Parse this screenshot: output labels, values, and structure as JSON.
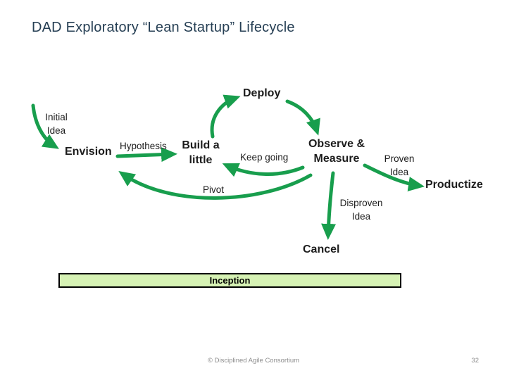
{
  "slide": {
    "title": "DAD Exploratory “Lean Startup” Lifecycle",
    "footer": "© Disciplined Agile Consortium",
    "page_number": "32"
  },
  "colors": {
    "title_text": "#263f54",
    "arrow_green": "#189e4d",
    "label_text": "#1c1c1c",
    "inception_fill": "#d6f2b4",
    "inception_border": "#000000",
    "footer_gray": "#8c8c8c"
  },
  "diagram": {
    "labels": {
      "initial_idea": "Initial\nIdea",
      "envision": "Envision",
      "hypothesis": "Hypothesis",
      "build_a_little": "Build a\nlittle",
      "deploy": "Deploy",
      "observe_measure": "Observe &\nMeasure",
      "keep_going": "Keep going",
      "pivot": "Pivot",
      "proven_idea": "Proven\nIdea",
      "productize": "Productize",
      "disproven_idea": "Disproven\nIdea",
      "cancel": "Cancel"
    },
    "edges": [
      {
        "from": "initial-idea",
        "to": "envision"
      },
      {
        "from": "envision",
        "to": "build-a-little",
        "label": "Hypothesis"
      },
      {
        "from": "build-a-little",
        "to": "deploy"
      },
      {
        "from": "deploy",
        "to": "observe-measure"
      },
      {
        "from": "observe-measure",
        "to": "build-a-little",
        "label": "Keep going"
      },
      {
        "from": "observe-measure",
        "to": "envision",
        "label": "Pivot"
      },
      {
        "from": "observe-measure",
        "to": "productize",
        "label": "Proven Idea"
      },
      {
        "from": "observe-measure",
        "to": "cancel",
        "label": "Disproven Idea"
      }
    ]
  },
  "phase_bar": {
    "label": "Inception"
  }
}
